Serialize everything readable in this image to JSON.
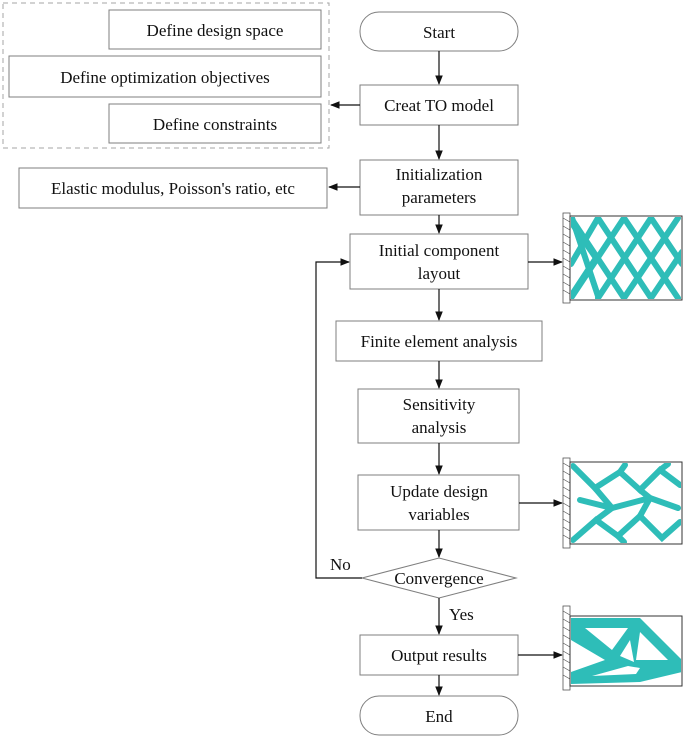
{
  "nodes": {
    "start": "Start",
    "creat_to_model": "Creat TO model",
    "initialization": [
      "Initialization",
      "parameters"
    ],
    "initial_layout": [
      "Initial component",
      "layout"
    ],
    "fea": "Finite element analysis",
    "sensitivity": [
      "Sensitivity",
      "analysis"
    ],
    "update_vars": [
      "Update design",
      "variables"
    ],
    "convergence": "Convergence",
    "output": "Output results",
    "end": "End"
  },
  "side_nodes": {
    "design_space": "Define design space",
    "objectives": "Define optimization objectives",
    "constraints": "Define constraints",
    "material": "Elastic modulus, Poisson's ratio, etc"
  },
  "edge_labels": {
    "no": "No",
    "yes": "Yes"
  },
  "colors": {
    "structure": "#2ebdb8",
    "box_stroke": "#7f7f7f",
    "dashed_group": "#a6a6a6"
  },
  "structure_images": {
    "initial": "initial-lattice-structure",
    "intermediate": "intermediate-structure",
    "final": "optimized-structure"
  }
}
